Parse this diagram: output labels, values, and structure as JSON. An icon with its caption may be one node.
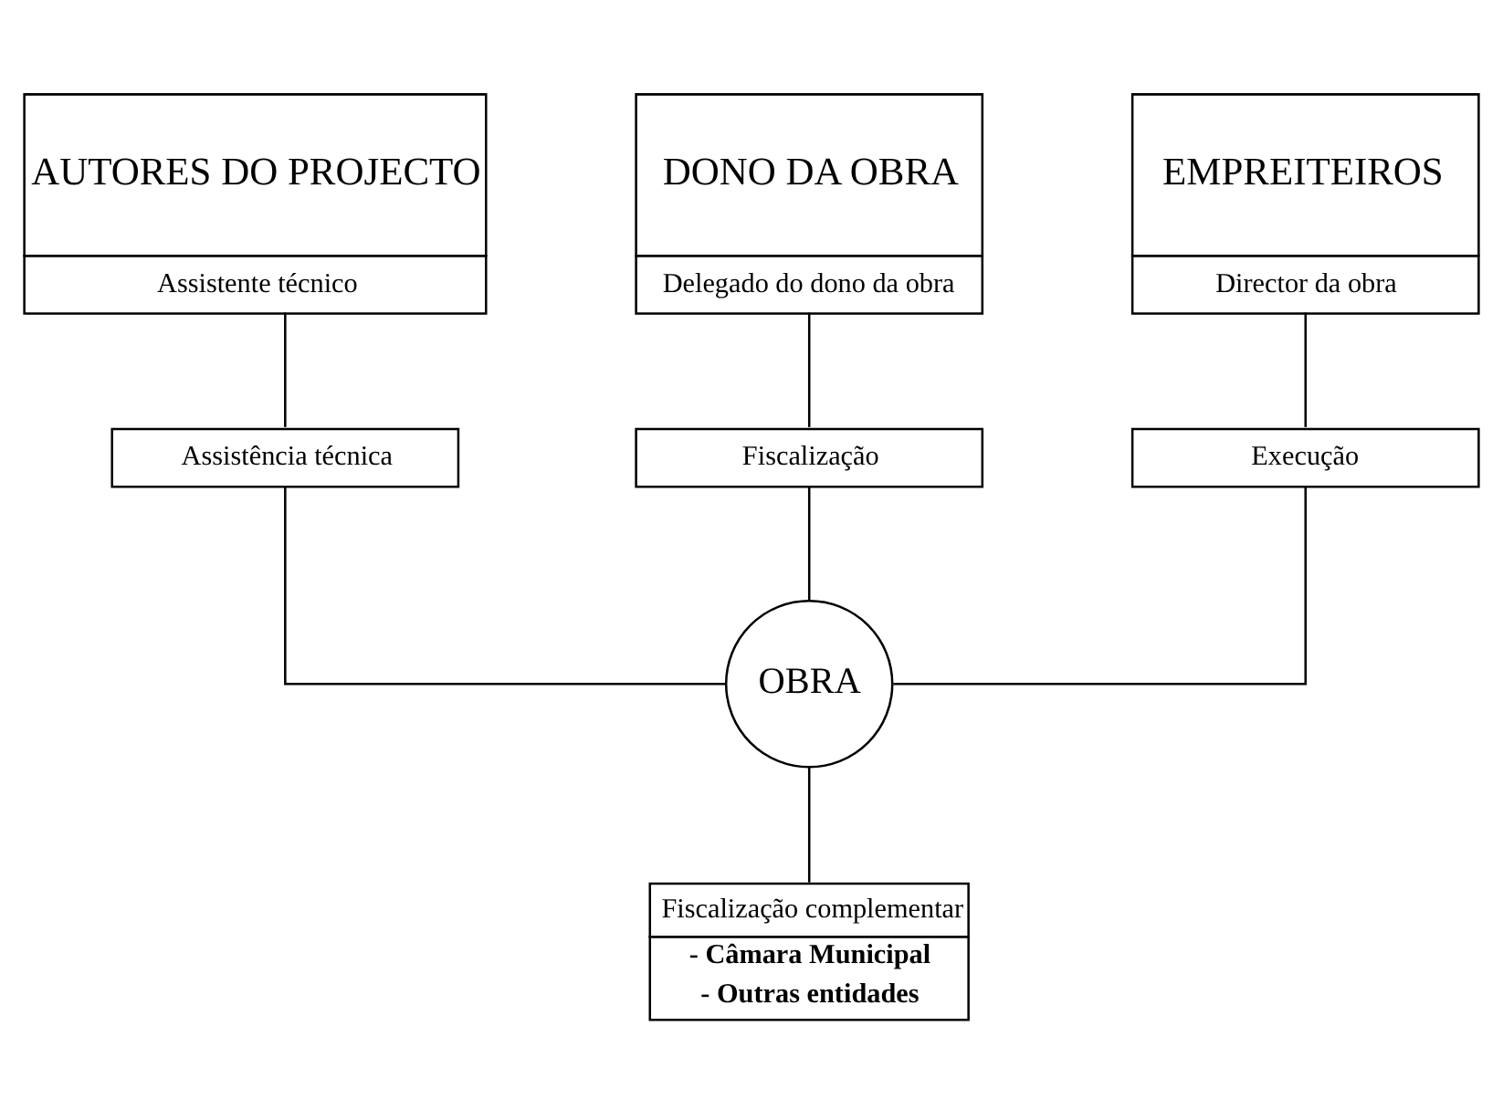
{
  "diagram": {
    "nodes": [
      {
        "text": [
          "AUTORES DO PROJECTO",
          "Assistente técnico"
        ]
      },
      {
        "text": [
          "DONO DA OBRA",
          "Delegado do dono da obra"
        ]
      },
      {
        "text": [
          "EMPREITEIROS",
          "Director da obra"
        ]
      },
      {
        "text": [
          "Assistência técnica"
        ]
      },
      {
        "text": [
          "Fiscalização"
        ]
      },
      {
        "text": [
          "Execução"
        ]
      },
      {
        "text": [
          "OBRA"
        ]
      },
      {
        "text": [
          "Fiscalização complementar",
          "- Câmara Municipal",
          "- Outras entidades"
        ]
      }
    ],
    "edges": [
      {
        "from": 0,
        "to": 3,
        "arrow": "none"
      },
      {
        "from": 1,
        "to": 4,
        "arrow": "none"
      },
      {
        "from": 2,
        "to": 5,
        "arrow": "none"
      },
      {
        "from": 3,
        "to": 6,
        "arrow": "none"
      },
      {
        "from": 4,
        "to": 6,
        "arrow": "none"
      },
      {
        "from": 5,
        "to": 6,
        "arrow": "none"
      },
      {
        "from": 6,
        "to": 7,
        "arrow": "none"
      }
    ]
  }
}
